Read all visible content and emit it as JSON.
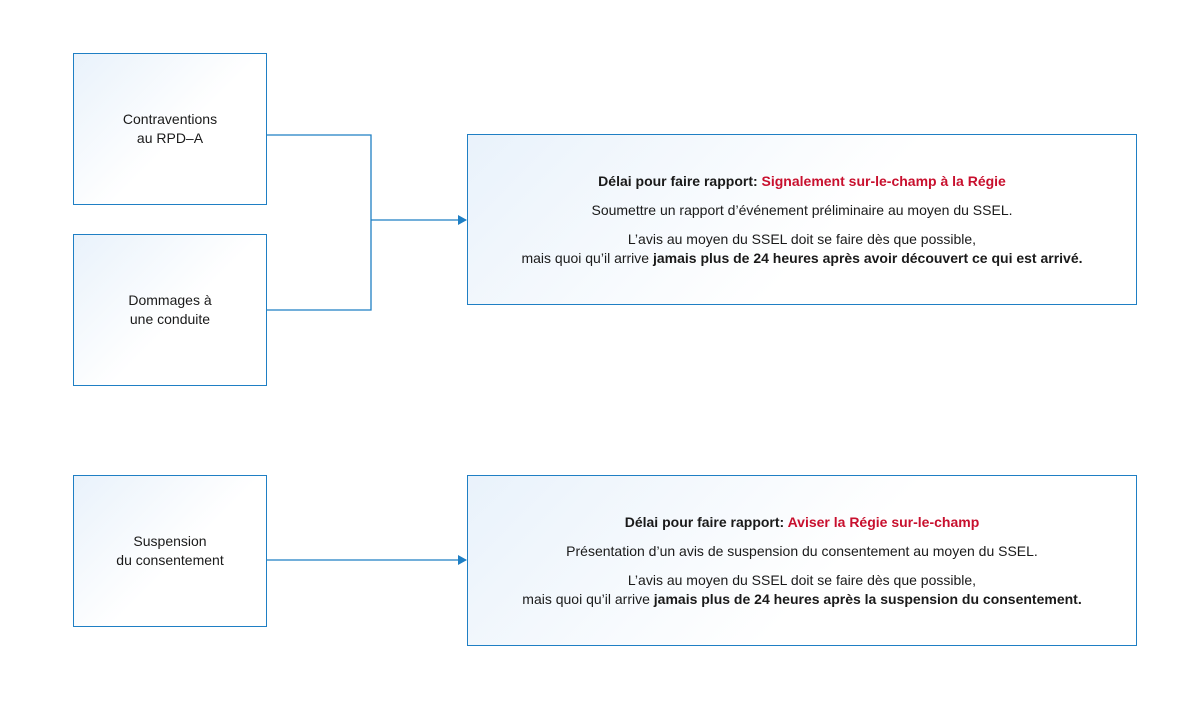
{
  "sources": {
    "contraventions": [
      "Contraventions",
      "au RPD–A"
    ],
    "dommages": [
      "Dommages à",
      "une conduite"
    ],
    "suspension": [
      "Suspension",
      "du consentement"
    ]
  },
  "panel1": {
    "title_prefix": "Délai pour faire rapport: ",
    "title_highlight": "Signalement sur-le-champ à la Régie",
    "line1": "Soumettre un rapport d’événement préliminaire au moyen du SSEL.",
    "line2": "L’avis au moyen du SSEL doit se faire dès que possible,",
    "line3_prefix": "mais quoi qu’il arrive ",
    "line3_bold": "jamais plus de 24 heures après avoir découvert ce qui est arrivé."
  },
  "panel2": {
    "title_prefix": "Délai pour faire rapport: ",
    "title_highlight": "Aviser la Régie sur-le-champ",
    "line1": "Présentation d’un avis de suspension du consentement au moyen du SSEL.",
    "line2": "L’avis au moyen du SSEL doit se faire dès que possible,",
    "line3_prefix": "mais quoi qu’il arrive ",
    "line3_bold": "jamais plus de 24 heures après la suspension du consentement."
  },
  "colors": {
    "border": "#1f7fc4",
    "highlight": "#c8102e"
  }
}
